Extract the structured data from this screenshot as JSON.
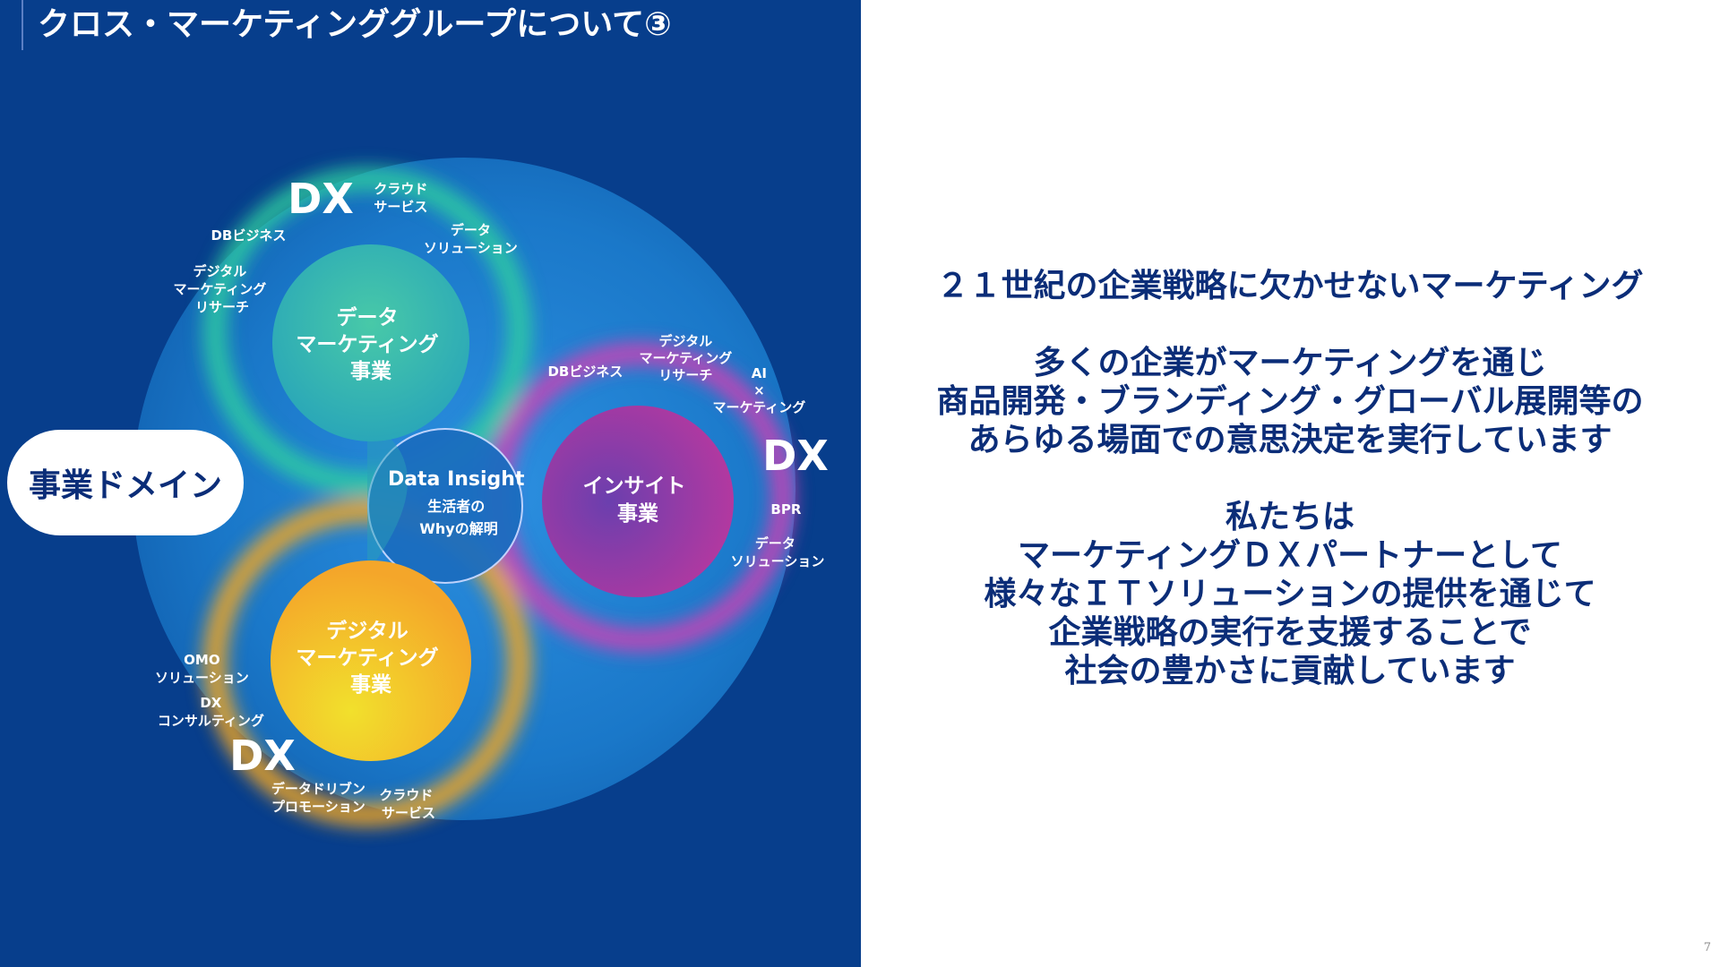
{
  "page": {
    "title": "クロス・マーケティンググループについて③",
    "page_number": "7"
  },
  "diagram": {
    "domain_label": "事業ドメイン",
    "center": {
      "line1": "Data Insight",
      "line2": "生活者の",
      "line3": "Whyの解明"
    },
    "circles": [
      {
        "lines": [
          "データ",
          "マーケティング",
          "事業"
        ],
        "color": "#3cc0a8"
      },
      {
        "lines": [
          "インサイト",
          "事業"
        ],
        "color": "#b13aa6"
      },
      {
        "lines": [
          "デジタル",
          "マーケティング",
          "事業"
        ],
        "color": "#f2b82a"
      }
    ],
    "dx_label": "DX",
    "labels": {
      "top": [
        "クラウド",
        "サービス",
        "DBビジネス",
        "データ",
        "ソリューション",
        "デジタル",
        "マーケティング",
        "リサーチ"
      ],
      "right": [
        "デジタル",
        "マーケティング",
        "リサーチ",
        "DBビジネス",
        "AI",
        "×",
        "マーケティング",
        "BPR",
        "データ",
        "ソリューション"
      ],
      "bottom": [
        "OMO",
        "ソリューション",
        "DX",
        "コンサルティング",
        "データドリブン",
        "プロモーション",
        "クラウド",
        "サービス"
      ]
    }
  },
  "message": {
    "p1": [
      "２１世紀の企業戦略に欠かせないマーケティング"
    ],
    "p2": [
      "多くの企業がマーケティングを通じ",
      "商品開発・ブランディング・グローバル展開等の",
      "あらゆる場面での意思決定を実行しています"
    ],
    "p3": [
      "私たちは",
      "マーケティングＤＸパートナーとして",
      "様々なＩＴソリューションの提供を通じて",
      "企業戦略の実行を支援することで",
      "社会の豊かさに貢献しています"
    ]
  },
  "colors": {
    "left_panel": "#073e8c",
    "text_navy": "#0b2d78",
    "outer_disc": "#1c7fd0"
  }
}
